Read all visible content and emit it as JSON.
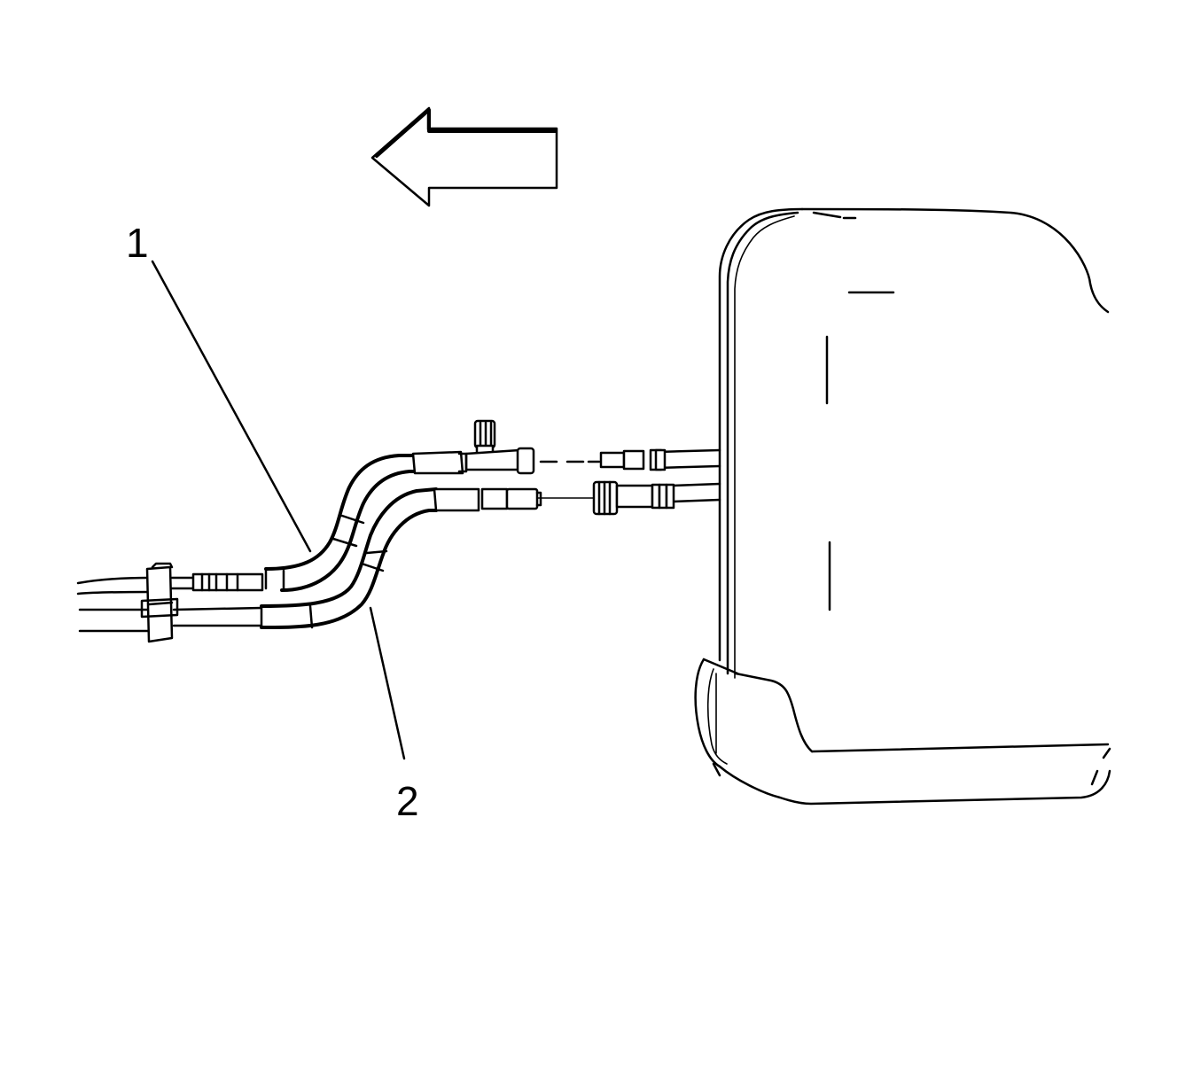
{
  "callouts": [
    {
      "id": "1",
      "label": "1"
    },
    {
      "id": "2",
      "label": "2"
    }
  ],
  "icons": {
    "direction_arrow": "left-arrow-icon"
  },
  "colors": {
    "line": "#000000",
    "background": "#ffffff"
  }
}
